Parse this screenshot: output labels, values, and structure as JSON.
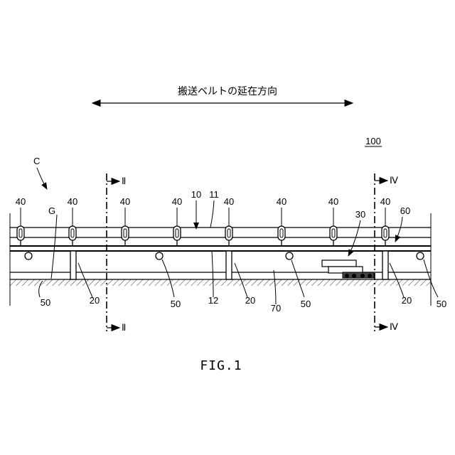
{
  "direction_label": "搬送ベルトの延在方向",
  "system_ref": "100",
  "region_ref": "C",
  "ground_ref": "G",
  "section_ii": "Ⅱ",
  "section_iv": "Ⅳ",
  "fig_caption": "FIG.1",
  "refs": {
    "r40": "40",
    "r10": "10",
    "r11": "11",
    "r12": "12",
    "r20": "20",
    "r30": "30",
    "r50": "50",
    "r60": "60",
    "r70": "70"
  }
}
